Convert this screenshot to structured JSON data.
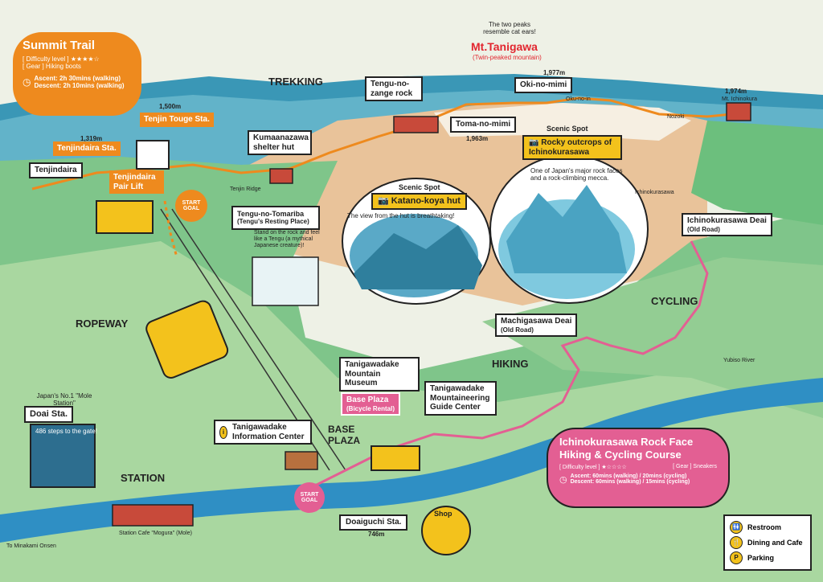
{
  "summit_trail": {
    "title": "Summit Trail",
    "difficulty": "[ Difficulty level ] ★★★★☆",
    "gear": "[ Gear ] Hiking boots",
    "ascent": "Ascent: 2h 30mins (walking)",
    "descent": "Descent: 2h 10mins (walking)"
  },
  "mt_tanigawa": {
    "note": "The two peaks resemble cat ears!",
    "name": "Mt.Tanigawa",
    "subtitle": "(Twin-peaked mountain)"
  },
  "elevations": {
    "e1977": "1,977m",
    "e1974": "1,974m",
    "e1963": "1,963m",
    "e1500": "1,500m",
    "e1319": "1,319m",
    "e746": "746m"
  },
  "places": {
    "oki_no_mimi": "Oki-no-mimi",
    "oku_no_in": "Oku-no-in",
    "nozoki": "Nozoki",
    "mt_ichinokura": "Mt. Ichinokura",
    "toma_no_mimi": "Toma-no-mimi",
    "tengu_no_zange": "Tengu-no-zange rock",
    "trekking": "TREKKING",
    "tenjin_touge": "Tenjin Touge Sta.",
    "tenjindaira_sta": "Tenjindaira Sta.",
    "tenjindaira": "Tenjindaira",
    "tenjindaira_lift": "Tenjindaira Pair Lift",
    "kumaanazawa": "Kumaanazawa shelter hut",
    "tenjin_ridge": "Tenjin Ridge",
    "start_goal": "START GOAL",
    "ichinokurasawa": "Ichinokurasawa",
    "ichinokurasawa_deai": "Ichinokurasawa Deai",
    "old_road": "(Old Road)",
    "machigasawa_deai": "Machigasawa Deai",
    "cycling": "CYCLING",
    "hiking": "HIKING",
    "yubiso_river": "Yubiso River",
    "ropeway": "ROPEWAY",
    "station": "STATION",
    "base_plaza_title": "BASE PLAZA",
    "base_plaza": "Base Plaza",
    "bicycle_rental": "(Bicycle Rental)",
    "museum": "Tanigawadake Mountain Museum",
    "guide_center": "Tanigawadake Mountaineering Guide Center",
    "info_center": "Tanigawadake Information Center",
    "doaiguchi": "Doaiguchi Sta.",
    "shop": "Shop",
    "to_minakami": "To Minakami Onsen",
    "station_cafe": "Station Cafe \"Mogura\" (Mole)"
  },
  "tengu": {
    "title": "Tengu-no-Tomariba",
    "subtitle": "(Tengu's Resting Place)",
    "desc": "Stand on the rock and feel like a Tengu (a mythical Japanese creature)!"
  },
  "doai": {
    "note": "Japan's No.1 \"Mole Station\"",
    "name": "Doai Sta.",
    "steps": "486 steps to the gate!"
  },
  "spot1": {
    "label": "Scenic Spot",
    "name": "Katano-koya hut",
    "desc": "The view from the hut is breathtaking!"
  },
  "spot2": {
    "label": "Scenic Spot",
    "name": "Rocky outcrops of Ichinokurasawa",
    "desc": "One of Japan's major rock faces and a rock-climbing mecca."
  },
  "course": {
    "title": "Ichinokurasawa Rock Face Hiking & Cycling Course",
    "difficulty": "[ Difficulty level ] ★☆☆☆☆",
    "gear": "[ Gear ] Sneakers",
    "ascent": "Ascent: 60mins (walking) / 20mins (cycling)",
    "descent": "Descent: 60mins (walking) / 15mins (cycling)"
  },
  "legend": {
    "restroom": "Restroom",
    "dining": "Dining and Cafe",
    "parking": "Parking"
  }
}
